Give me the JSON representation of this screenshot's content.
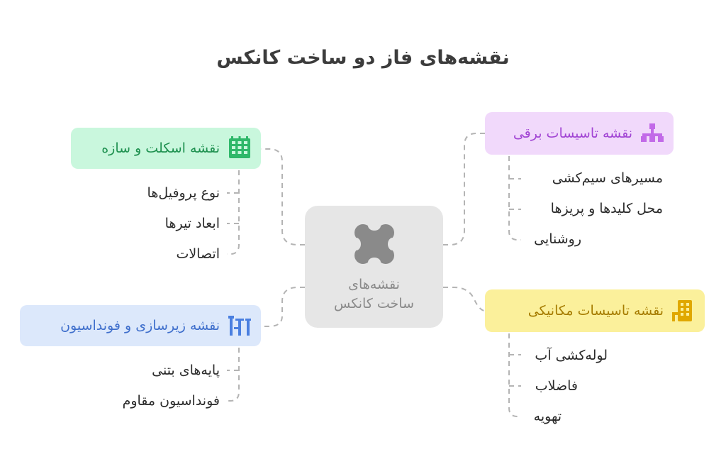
{
  "title": "نقشه‌های فاز دو ساخت کانکس",
  "center": {
    "line1": "نقشه‌های",
    "line2": "ساخت کانکس",
    "icon": "x-logo-icon"
  },
  "branches": {
    "structure": {
      "label": "نقشه اسکلت و سازه",
      "icon": "building-grid-icon",
      "color": "#1f9150",
      "items": [
        "نوع پروفیل‌ها",
        "ابعاد تیرها",
        "اتصالات"
      ]
    },
    "foundation": {
      "label": "نقشه زیرسازی و فونداسیون",
      "icon": "pillars-icon",
      "color": "#3f6fcc",
      "items": [
        "پایه‌های بتنی",
        "فونداسیون مقاوم"
      ]
    },
    "electrical": {
      "label": "نقشه تاسیسات برقی",
      "icon": "electrical-tree-icon",
      "color": "#a246d4",
      "items": [
        "مسیرهای سیم‌کشی",
        "محل کلیدها و پریزها",
        "روشنایی"
      ]
    },
    "mechanical": {
      "label": "نقشه تاسیسات مکانیکی",
      "icon": "building-pipes-icon",
      "color": "#a67c00",
      "items": [
        "لوله‌کشی آب",
        "فاضلاب",
        "تهویه"
      ]
    }
  }
}
